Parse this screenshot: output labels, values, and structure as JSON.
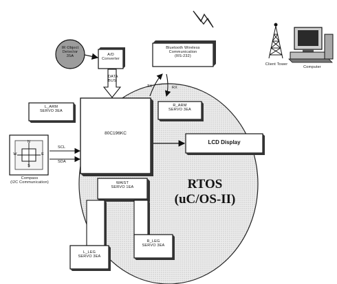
{
  "diagram": {
    "ir_object_detector": [
      "IR Object",
      "Detector",
      "35A"
    ],
    "ad_converter": [
      "A/D",
      "Converter"
    ],
    "bluetooth_box": [
      "Bluetooth Wireless",
      "Communication",
      "(RS-232)"
    ],
    "data_bus": [
      "DATA",
      "BUS"
    ],
    "tx_label": "TX",
    "rx_label": "RX",
    "mcu": "80C196KC",
    "l_arm": [
      "L_ARM",
      "SERVO 3EA"
    ],
    "r_arm": [
      "R_ARM",
      "SERVO 3EA"
    ],
    "lcd_display": "LCD Display",
    "compass_directions": {
      "n": "N",
      "s": "S",
      "e": "E",
      "w": "W"
    },
    "compass_caption": [
      "Compass",
      "(I2C Communication)"
    ],
    "scl": "SCL",
    "sda": "SDA",
    "waist": [
      "WAIST",
      "SERVO 1EA"
    ],
    "l_leg": [
      "L_LEG",
      "SERVO 3EA"
    ],
    "r_leg": [
      "R_LEG",
      "SERVO 3EA"
    ],
    "rtos_title": [
      "RTOS",
      "(uC/OS-II)"
    ],
    "client_tower": "Client Tower",
    "computer": "Computer"
  }
}
